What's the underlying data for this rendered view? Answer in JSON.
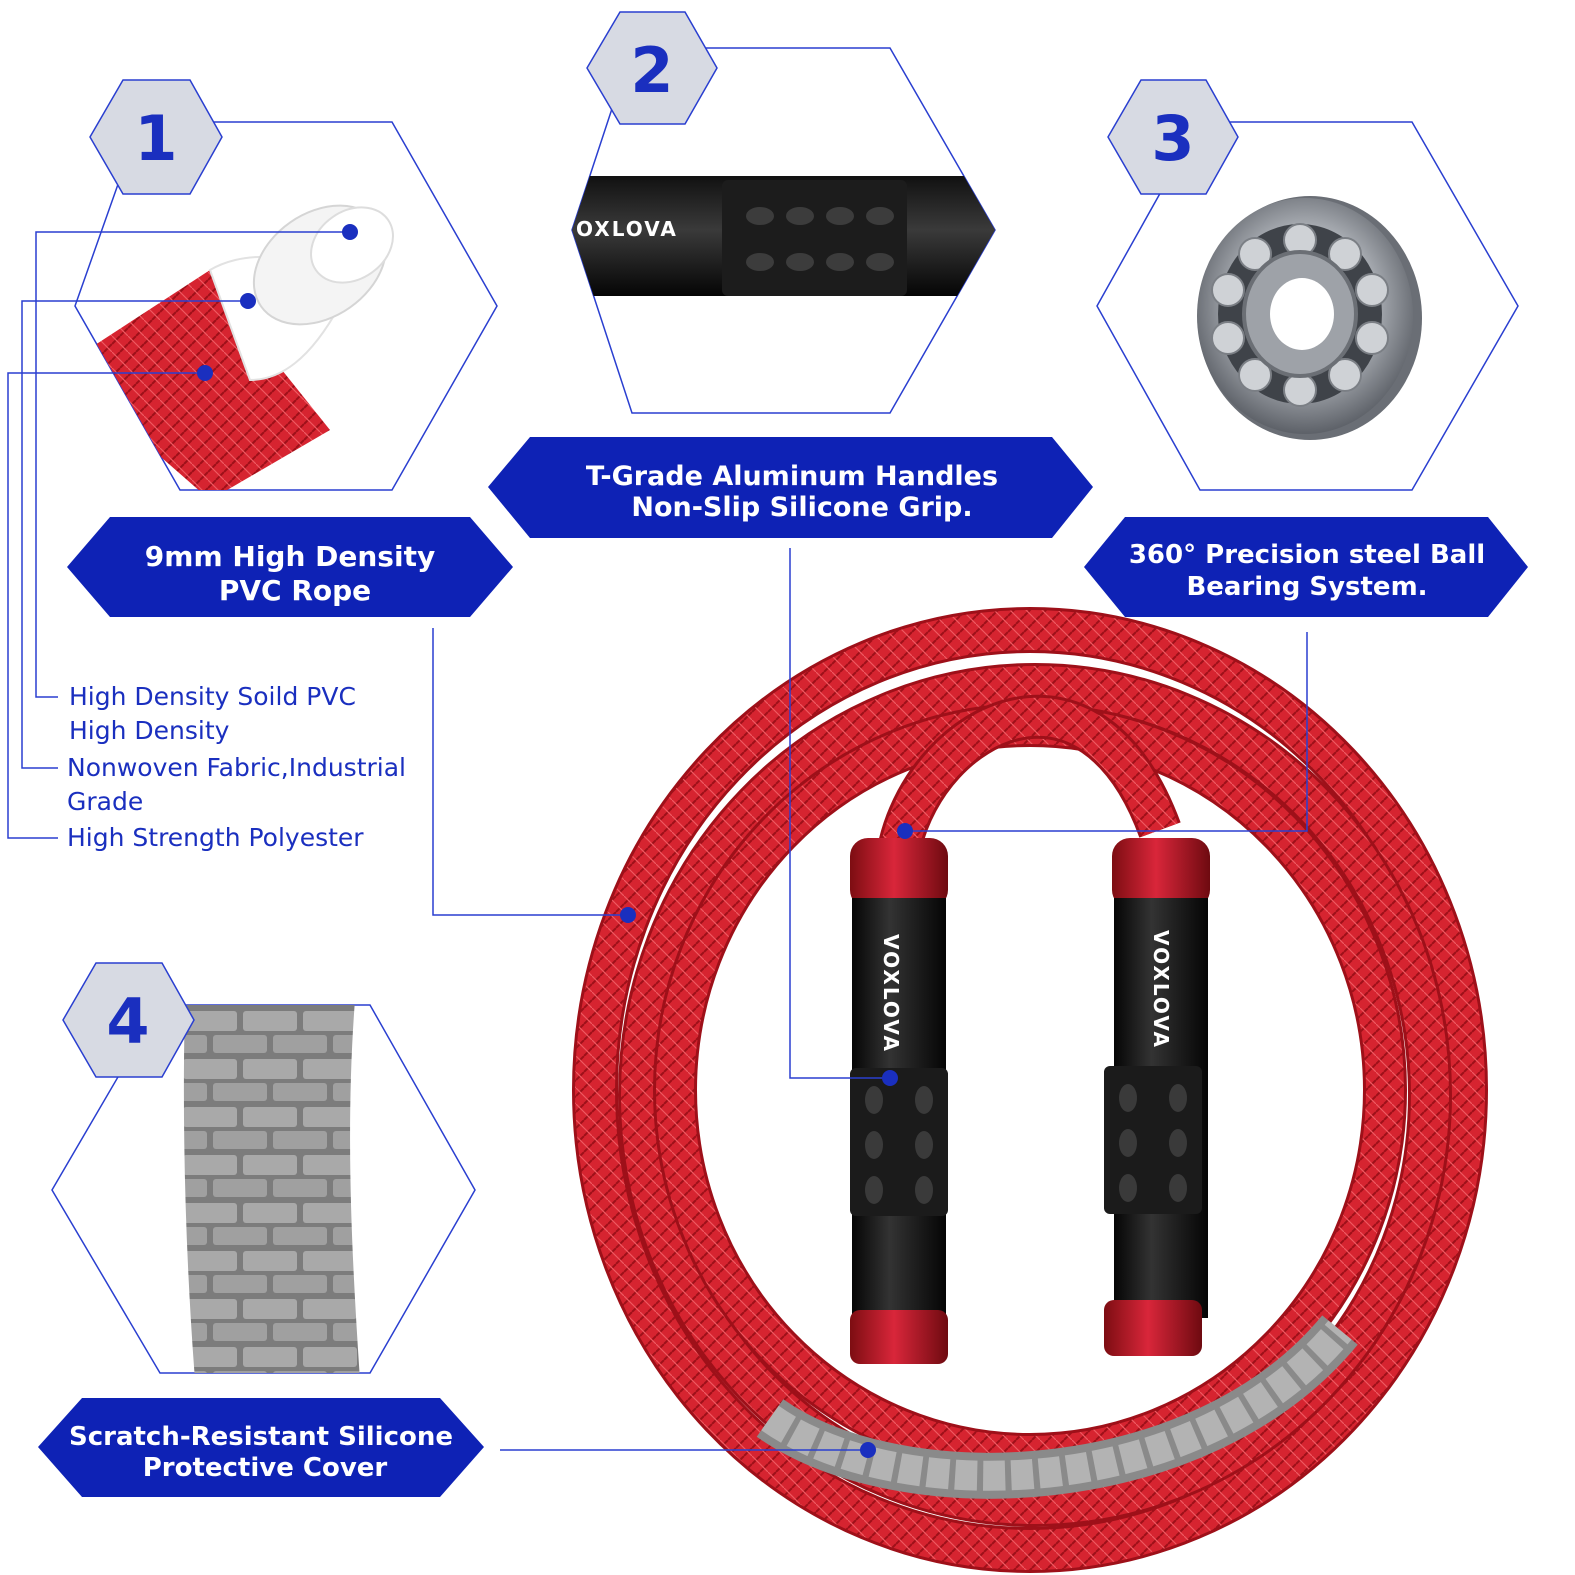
{
  "colors": {
    "brand_blue": "#0e22b5",
    "line_blue": "#2a3fd0",
    "rope_red": "#d8222e",
    "badge_grey": "#d7dae3",
    "silicone_grey": "#9a9a9a"
  },
  "features": {
    "f1": {
      "number": "1",
      "title_line1": "9mm High Density",
      "title_line2": "PVC Rope"
    },
    "f2": {
      "number": "2",
      "title_line1": "T-Grade Aluminum Handles",
      "title_line2": "Non-Slip Silicone Grip."
    },
    "f3": {
      "number": "3",
      "title_line1": "360° Precision steel Ball",
      "title_line2": "Bearing System."
    },
    "f4": {
      "number": "4",
      "title_line1": "Scratch-Resistant Silicone",
      "title_line2": "Protective Cover"
    }
  },
  "materials": {
    "m1_line1": "High Density Soild PVC",
    "m1_line2": "High Density",
    "m2_line1": "Nonwoven Fabric,Industrial",
    "m2_line2": "Grade",
    "m3": "High Strength Polyester"
  },
  "brand": {
    "handle_logo": "OXLOVA",
    "left_handle_logo": "VOXLOVA",
    "right_handle_logo": "VOXLOVA"
  },
  "icons": [
    "hexagon-badge",
    "bearing-image",
    "rope-cross-section",
    "silicone-cover"
  ]
}
